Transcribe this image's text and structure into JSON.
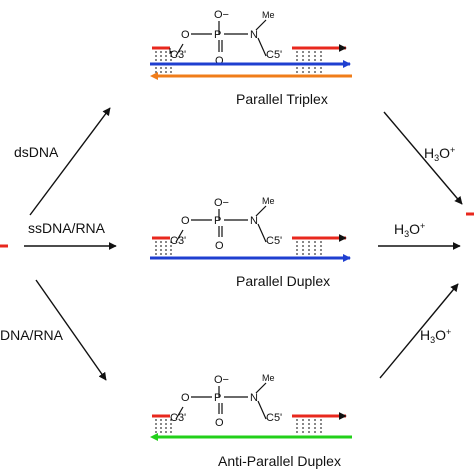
{
  "colors": {
    "red": "#e8281e",
    "blue": "#1f3fd0",
    "orange": "#f07d1a",
    "green": "#22d01a",
    "ink": "#111111"
  },
  "chem": {
    "o_minus": "O−",
    "o": "O",
    "p": "P",
    "n": "N",
    "me": "Me",
    "c3": "C3'",
    "c5": "C5'"
  },
  "complexes": [
    {
      "label": "Parallel Triplex"
    },
    {
      "label": "Parallel Duplex"
    },
    {
      "label": "Anti-Parallel Duplex"
    }
  ],
  "left_arrows": {
    "top": "dsDNA",
    "middle": "ssDNA/RNA",
    "bottom": "DNA/RNA"
  },
  "right_arrows": {
    "label_prefix": "H",
    "label_sub": "3",
    "label_suffix": "O",
    "label_sup": "+"
  }
}
